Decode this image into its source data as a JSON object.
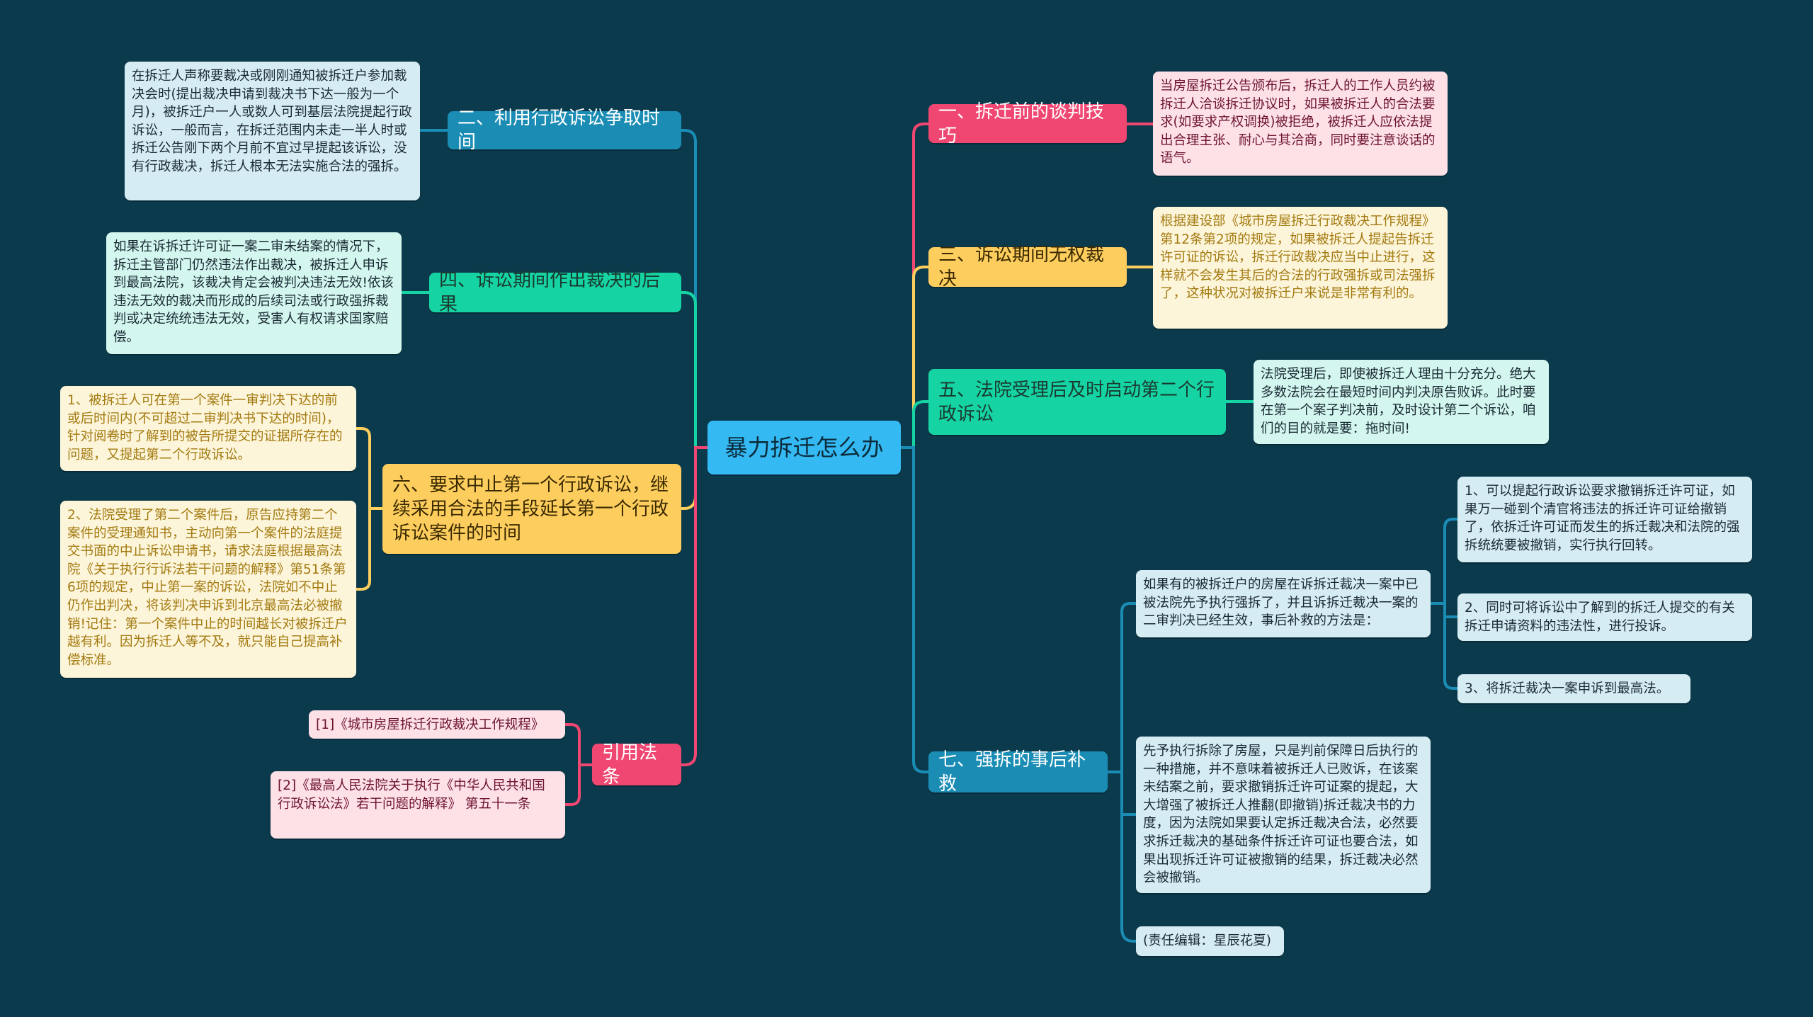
{
  "center": "暴力拆迁怎么办",
  "left": {
    "b2": {
      "title": "二、利用行政诉讼争取时间",
      "detail": "在拆迁人声称要裁决或刚刚通知被拆迁户参加裁决会时(提出裁决申请到裁决书下达一般为一个月)，被拆迁户一人或数人可到基层法院提起行政诉讼，一般而言，在拆迁范围内未走一半人时或拆迁公告刚下两个月前不宜过早提起该诉讼，没有行政裁决，拆迁人根本无法实施合法的强拆。"
    },
    "b4": {
      "title": "四、诉讼期间作出裁决的后果",
      "detail": "如果在诉拆迁许可证一案二审未结案的情况下，拆迁主管部门仍然违法作出裁决，被拆迁人申诉到最高法院，该裁决肯定会被判决违法无效!依该违法无效的裁决而形成的后续司法或行政强拆裁判或决定统统违法无效，受害人有权请求国家赔偿。"
    },
    "b6": {
      "title": "六、要求中止第一个行政诉讼，继续采用合法的手段延长第一个行政诉讼案件的时间",
      "details": [
        "1、被拆迁人可在第一个案件一审判决下达的前或后时间内(不可超过二审判决书下达的时间)，针对阅卷时了解到的被告所提交的证据所存在的问题，又提起第二个行政诉讼。",
        "2、法院受理了第二个案件后，原告应持第二个案件的受理通知书，主动向第一个案件的法庭提交书面的中止诉讼申请书，请求法庭根据最高法院《关于执行行诉法若干问题的解释》第51条第6项的规定，中止第一案的诉讼，法院如不中止仍作出判决，将该判决申诉到北京最高法必被撤销!记住：第一个案件中止的时间越长对被拆迁户越有利。因为拆迁人等不及，就只能自己提高补偿标准。"
      ]
    },
    "cite": {
      "title": "引用法条",
      "items": [
        "[1]《城市房屋拆迁行政裁决工作规程》",
        "[2]《最高人民法院关于执行《中华人民共和国行政诉讼法》若干问题的解释》 第五十一条"
      ]
    }
  },
  "right": {
    "b1": {
      "title": "一、拆迁前的谈判技巧",
      "detail": "当房屋拆迁公告颁布后，拆迁人的工作人员约被拆迁人洽谈拆迁协议时，如果被拆迁人的合法要求(如要求产权调换)被拒绝，被拆迁人应依法提出合理主张、耐心与其洽商，同时要注意谈话的语气。"
    },
    "b3": {
      "title": "三、诉讼期间无权裁决",
      "detail": "根据建设部《城市房屋拆迁行政裁决工作规程》第12条第2项的规定，如果被拆迁人提起告拆迁许可证的诉讼，拆迁行政裁决应当中止进行，这样就不会发生其后的合法的行政强拆或司法强拆了，这种状况对被拆迁户来说是非常有利的。"
    },
    "b5": {
      "title": "五、法院受理后及时启动第二个行政诉讼",
      "detail": "法院受理后，即使被拆迁人理由十分充分。绝大多数法院会在最短时间内判决原告败诉。此时要在第一个案子判决前，及时设计第二个诉讼，咱们的目的就是要：拖时间!"
    },
    "b7": {
      "title": "七、强拆的事后补救",
      "detailA": "如果有的被拆迁户的房屋在诉拆迁裁决一案中已被法院先予执行强拆了，并且诉拆迁裁决一案的二审判决已经生效，事后补救的方法是：",
      "subs": [
        "1、可以提起行政诉讼要求撤销拆迁许可证，如果万一碰到个清官将违法的拆迁许可证给撤销了，依拆迁许可证而发生的拆迁裁决和法院的强拆统统要被撤销，实行执行回转。",
        "2、同时可将诉讼中了解到的拆迁人提交的有关拆迁申请资料的违法性，进行投诉。",
        "3、将拆迁裁决一案申诉到最高法。"
      ],
      "detailB": "先予执行拆除了房屋，只是判前保障日后执行的一种措施，并不意味着被拆迁人已败诉，在该案未结案之前，要求撤销拆迁许可证案的提起，大大增强了被拆迁人推翻(即撤销)拆迁裁决书的力度，因为法院如果要认定拆迁裁决合法，必然要求拆迁裁决的基础条件拆迁许可证也要合法，如果出现拆迁许可证被撤销的结果，拆迁裁决必然会被撤销。",
      "editor": "(责任编辑：星辰花夏)"
    }
  },
  "colors": {
    "background": "#0b3a4c",
    "blue": "#1b8db5",
    "green": "#15d3a2",
    "yellow": "#fdcd5e",
    "pink": "#ef4771",
    "center": "#34b9f2"
  }
}
